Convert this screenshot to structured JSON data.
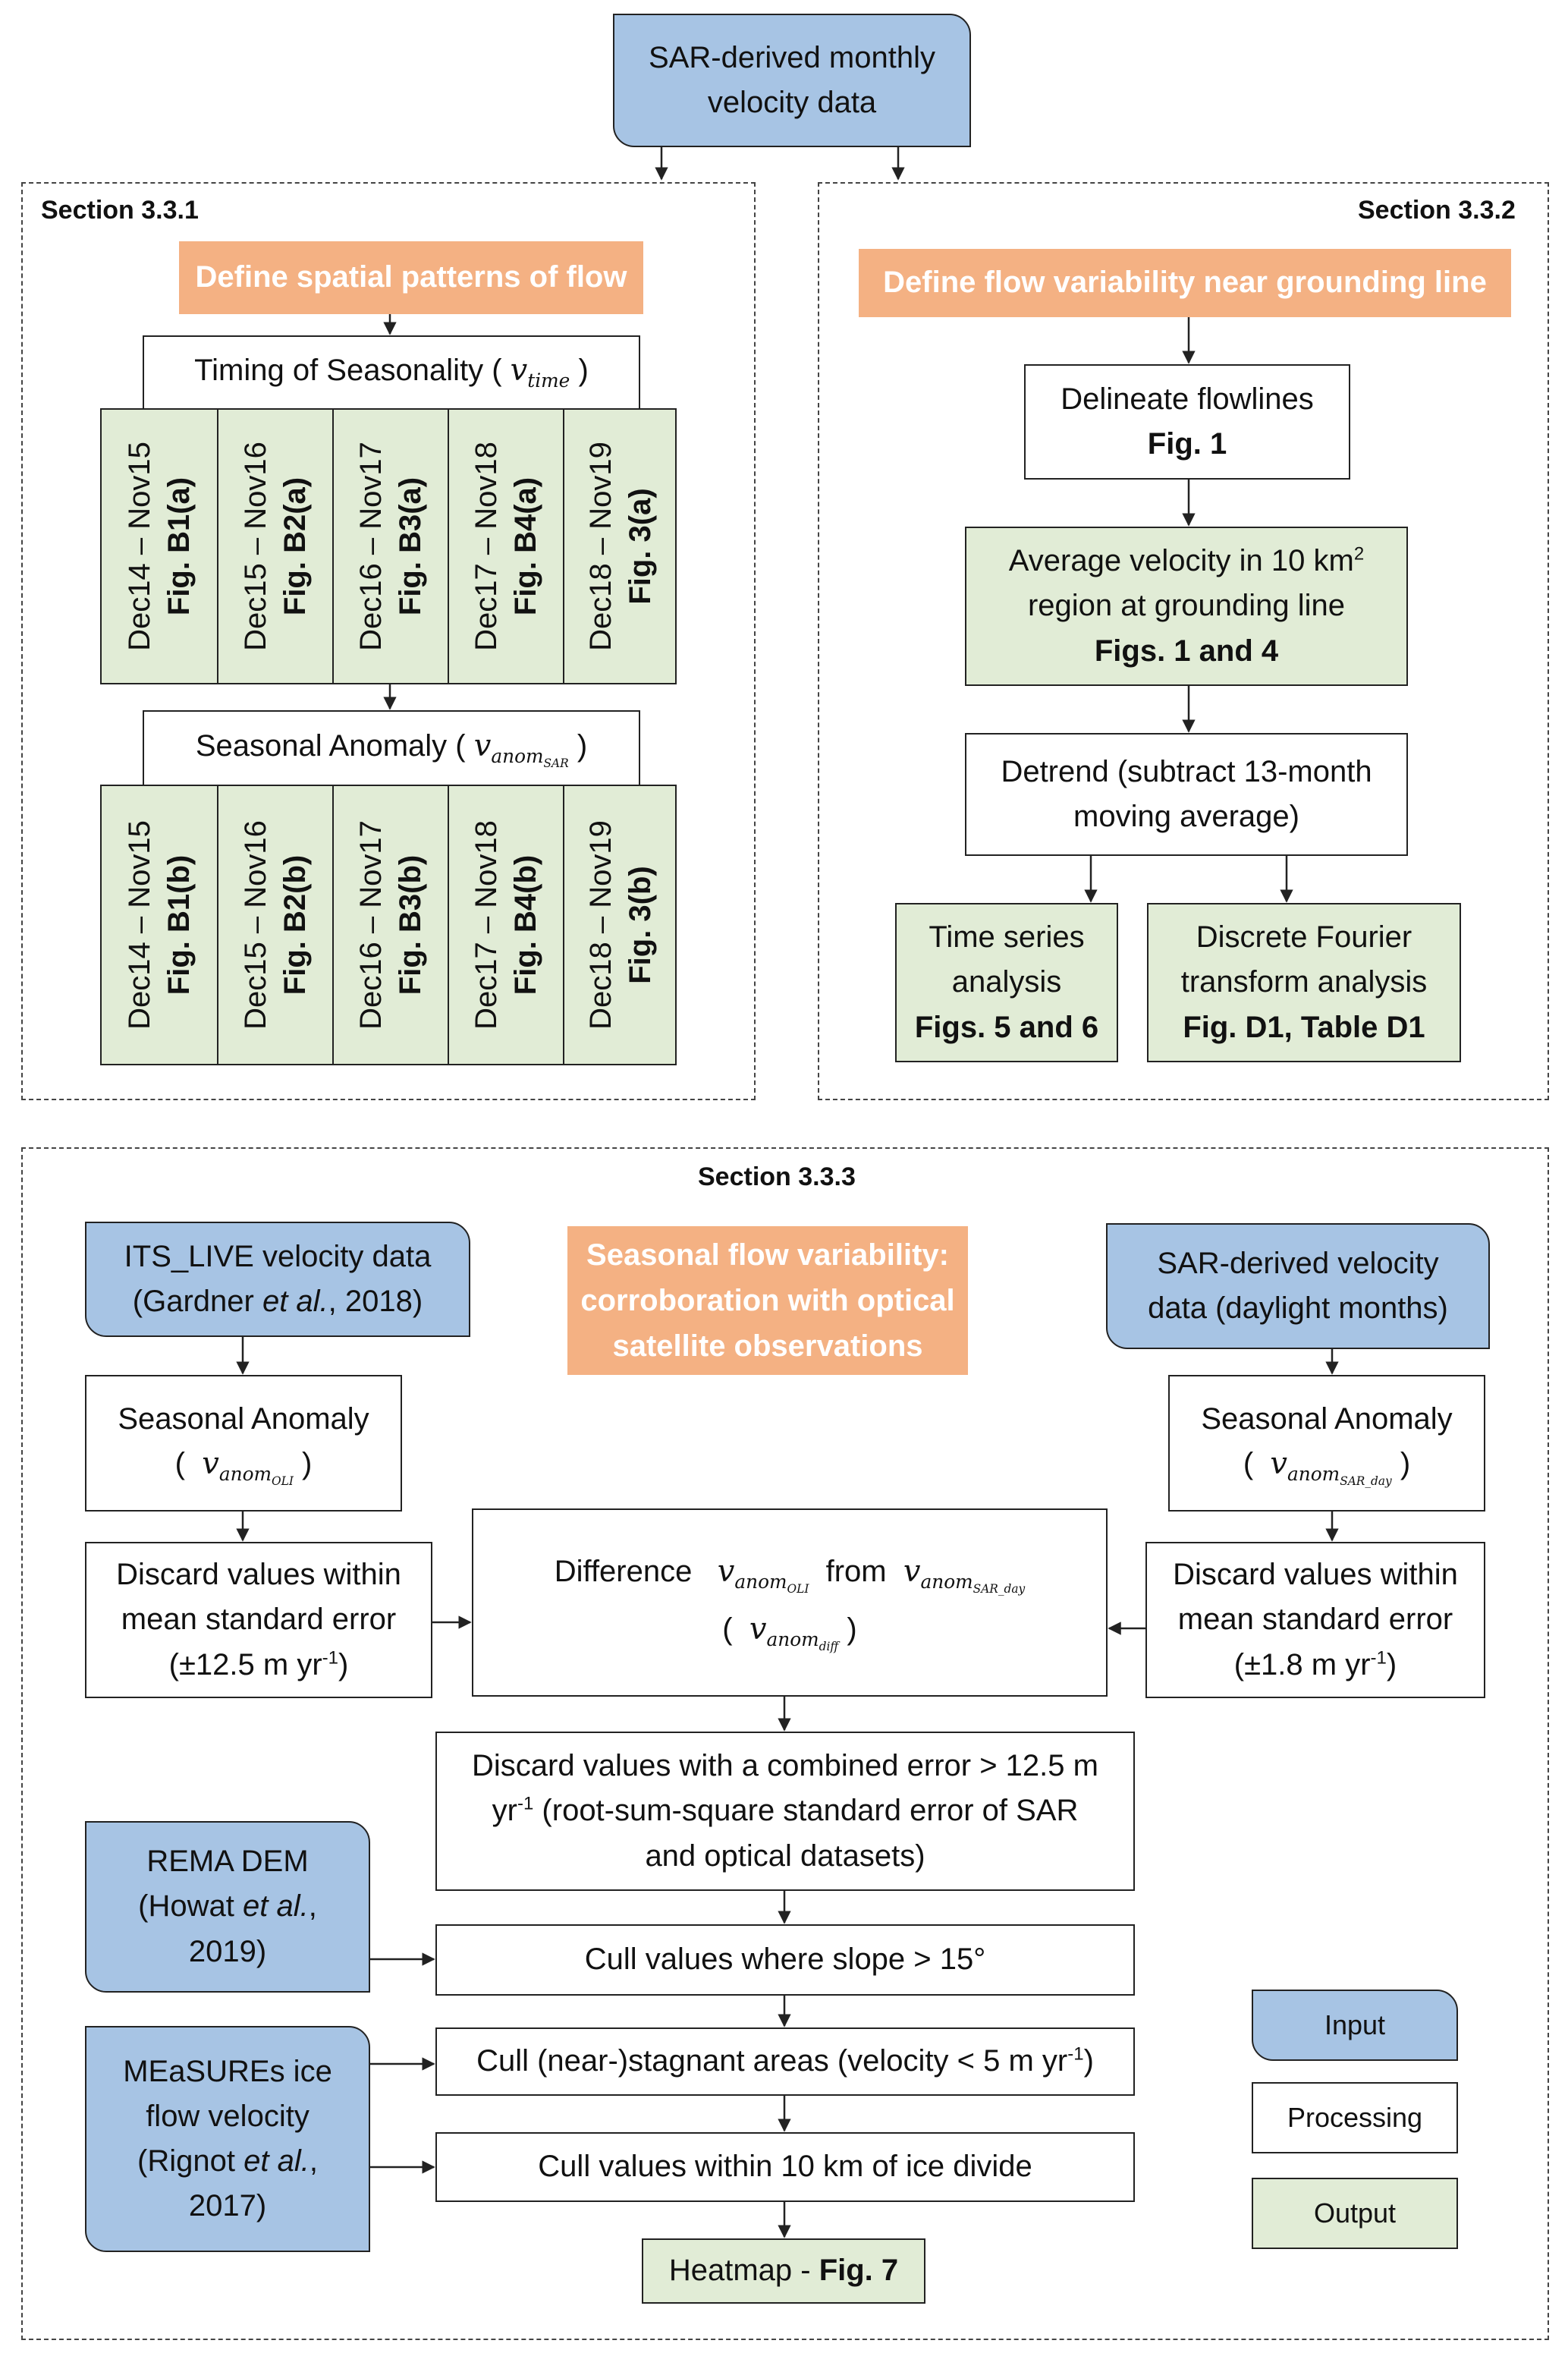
{
  "top_input": {
    "line1": "SAR-derived monthly",
    "line2": "velocity data"
  },
  "section_331": {
    "label": "Section 3.3.1",
    "header": "Define spatial patterns of flow",
    "timing": {
      "text": "Timing of Seasonality (",
      "symbol": "v",
      "sub": "time",
      "close": ")"
    },
    "timing_cells": [
      {
        "period": "Dec14 – Nov15",
        "fig": "Fig. B1(a)"
      },
      {
        "period": "Dec15 – Nov16",
        "fig": "Fig. B2(a)"
      },
      {
        "period": "Dec16 – Nov17",
        "fig": "Fig. B3(a)"
      },
      {
        "period": "Dec17 – Nov18",
        "fig": "Fig. B4(a)"
      },
      {
        "period": "Dec18 – Nov19",
        "fig": "Fig. 3(a)"
      }
    ],
    "anomaly": {
      "text": "Seasonal Anomaly (",
      "symbol": "v",
      "sub": "anom",
      "subsub": "SAR",
      "close": ")"
    },
    "anomaly_cells": [
      {
        "period": "Dec14 – Nov15",
        "fig": "Fig. B1(b)"
      },
      {
        "period": "Dec15 – Nov16",
        "fig": "Fig. B2(b)"
      },
      {
        "period": "Dec16 – Nov17",
        "fig": "Fig. B3(b)"
      },
      {
        "period": "Dec17 – Nov18",
        "fig": "Fig. B4(b)"
      },
      {
        "period": "Dec18 – Nov19",
        "fig": "Fig. 3(b)"
      }
    ]
  },
  "section_332": {
    "label": "Section 3.3.2",
    "header": "Define flow variability near grounding line",
    "flowlines": {
      "line1": "Delineate flowlines",
      "fig": "Fig. 1"
    },
    "average": {
      "line1a": "Average velocity in 10 km",
      "sup": "2",
      "line2": "region at grounding line",
      "fig": "Figs. 1 and 4"
    },
    "detrend": {
      "line1": "Detrend (subtract 13-month",
      "line2": "moving average)"
    },
    "timeseries": {
      "line1": "Time series",
      "line2": "analysis",
      "fig": "Figs. 5 and 6"
    },
    "fourier": {
      "line1": "Discrete Fourier",
      "line2": "transform analysis",
      "fig": "Fig. D1, Table D1"
    }
  },
  "section_333": {
    "label": "Section 3.3.3",
    "header": {
      "line1": "Seasonal flow variability:",
      "line2": "corroboration with optical",
      "line3": "satellite observations"
    },
    "its_live": {
      "line1": "ITS_LIVE velocity data",
      "line2a": "(Gardner ",
      "etal": "et al.",
      "line2b": ", 2018)"
    },
    "sar_day": {
      "line1": "SAR-derived velocity",
      "line2": "data (daylight months)"
    },
    "anom_oli": {
      "line1": "Seasonal Anomaly",
      "open": "(",
      "symbol": "v",
      "sub": "anom",
      "subsub": "OLI",
      "close": ")"
    },
    "anom_sar_day": {
      "line1": "Seasonal Anomaly",
      "open": "(",
      "symbol": "v",
      "sub": "anom",
      "subsub": "SAR_day",
      "close": ")"
    },
    "discard_oli": {
      "line1": "Discard values within",
      "line2": "mean standard error",
      "line3a": "(±12.5 m yr",
      "sup": "-1",
      "line3b": ")"
    },
    "discard_sar": {
      "line1": "Discard values within",
      "line2": "mean standard error",
      "line3a": "(±1.8 m yr",
      "sup": "-1",
      "line3b": ")"
    },
    "difference": {
      "word1": "Difference",
      "word2": "from",
      "open": "(",
      "close": ")",
      "symbol": "v",
      "sub": "anom",
      "oli": "OLI",
      "sarday": "SAR_day",
      "diff": "diff"
    },
    "combined": {
      "line1": "Discard values with a combined error > 12.5 m",
      "line2a": "yr",
      "sup": "-1",
      "line2b": " (root-sum-square standard error of SAR",
      "line3": "and optical datasets)"
    },
    "rema": {
      "line1": "REMA DEM",
      "line2a": "(Howat ",
      "etal": "et al.",
      "line2b": ",",
      "line3": "2019)"
    },
    "slope": "Cull values where slope > 15°",
    "measures": {
      "line1": "MEaSUREs ice",
      "line2": "flow velocity",
      "line3a": "(Rignot ",
      "etal": "et al.",
      "line3b": ",",
      "line4": "2017)"
    },
    "stagnant": {
      "texta": "Cull (near-)stagnant areas (velocity < 5 m yr",
      "sup": "-1",
      "textb": ")"
    },
    "divide": "Cull values within 10 km of ice divide",
    "heatmap": {
      "texta": "Heatmap - ",
      "fig": "Fig. 7"
    }
  },
  "legend": {
    "input": "Input",
    "processing": "Processing",
    "output": "Output"
  },
  "colors": {
    "input": "#a7c4e4",
    "output": "#e1ecd6",
    "header": "#f4b183",
    "border": "#222222"
  }
}
